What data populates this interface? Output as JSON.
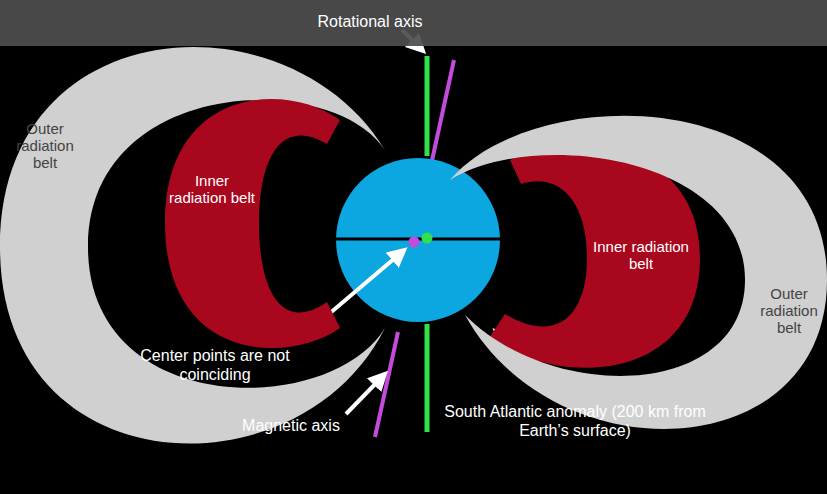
{
  "diagram": {
    "nodes": [
      {
        "text": [
          "Outer radiation belt"
        ]
      },
      {
        "text": [
          "Inner radiation belt"
        ]
      },
      {
        "text": [
          "Inner radiation belt"
        ]
      },
      {
        "text": [
          "Outer radiation belt"
        ]
      }
    ],
    "labels": [
      "Rotational axis",
      "Center points are not coinciding",
      "Magnetic axis",
      "South Atlantic anomaly (200 km from Earth’s surface)"
    ]
  }
}
